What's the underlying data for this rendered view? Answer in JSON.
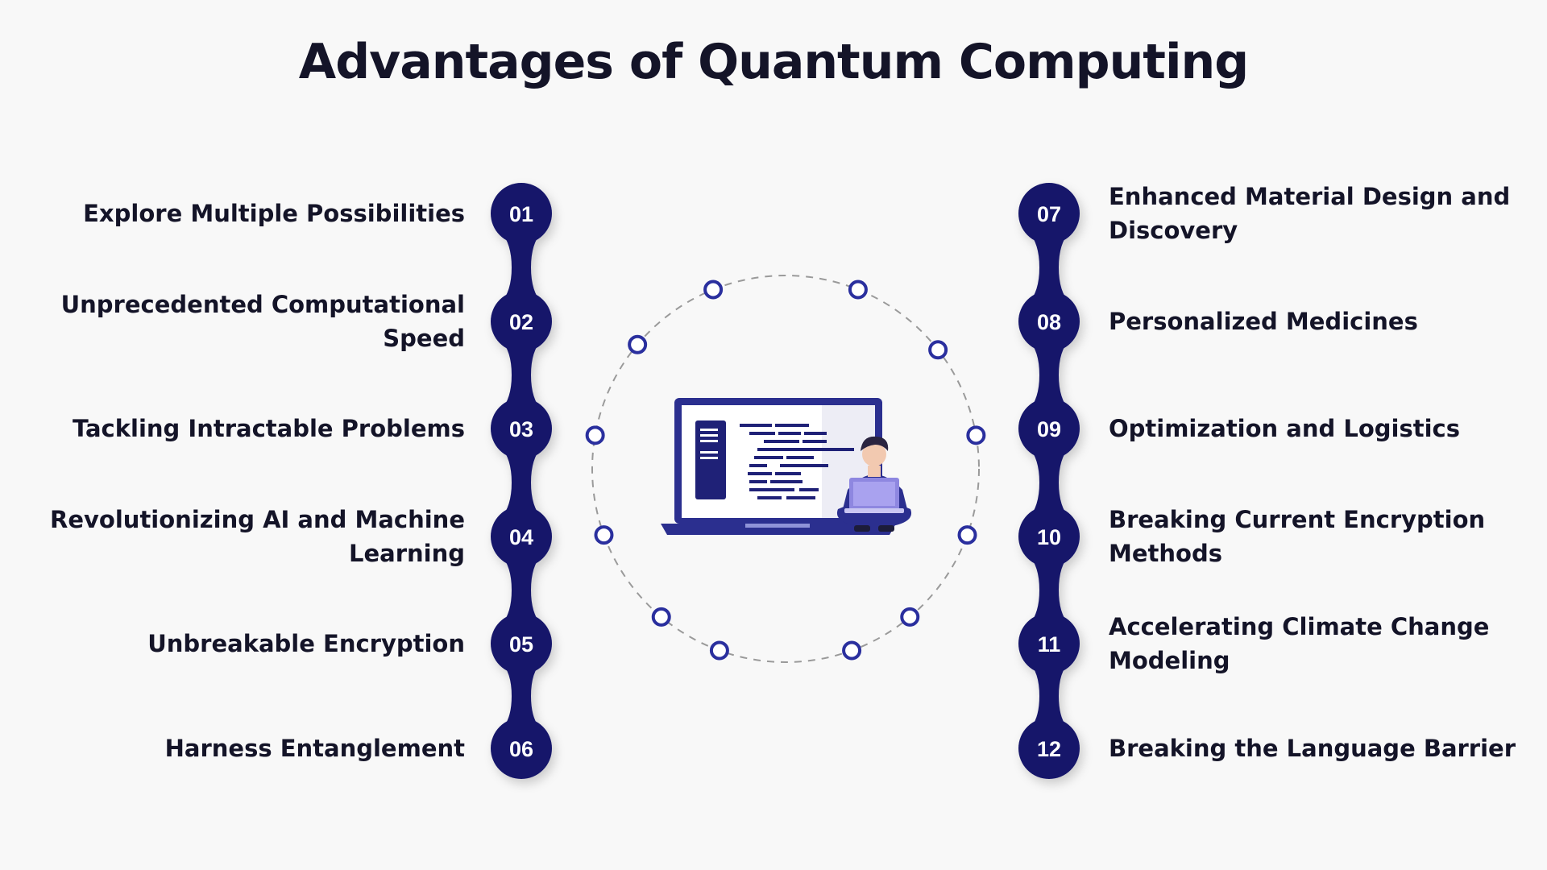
{
  "title": "Advantages of Quantum Computing",
  "colors": {
    "node": "#17196b",
    "ring_dot": "#2a2f9e",
    "laptop": "#2b2f8f",
    "screen_accent": "#1f2177",
    "background": "#f8f8f8"
  },
  "left_items": [
    {
      "number": "01",
      "lines": [
        "Explore Multiple Possibilities"
      ]
    },
    {
      "number": "02",
      "lines": [
        "Unprecedented Computational",
        "Speed"
      ]
    },
    {
      "number": "03",
      "lines": [
        "Tackling Intractable Problems"
      ]
    },
    {
      "number": "04",
      "lines": [
        "Revolutionizing AI and Machine",
        "Learning"
      ]
    },
    {
      "number": "05",
      "lines": [
        "Unbreakable Encryption"
      ]
    },
    {
      "number": "06",
      "lines": [
        "Harness Entanglement"
      ]
    }
  ],
  "right_items": [
    {
      "number": "07",
      "lines": [
        "Enhanced Material Design and",
        "Discovery"
      ]
    },
    {
      "number": "08",
      "lines": [
        "Personalized Medicines"
      ]
    },
    {
      "number": "09",
      "lines": [
        "Optimization and Logistics"
      ]
    },
    {
      "number": "10",
      "lines": [
        "Breaking Current Encryption",
        "Methods"
      ]
    },
    {
      "number": "11",
      "lines": [
        "Accelerating Climate Change",
        "Modeling"
      ]
    },
    {
      "number": "12",
      "lines": [
        "Breaking the Language Barrier"
      ]
    }
  ],
  "illustration": {
    "icons": [
      "laptop-icon",
      "person-with-laptop-icon",
      "code-lines-icon"
    ]
  }
}
